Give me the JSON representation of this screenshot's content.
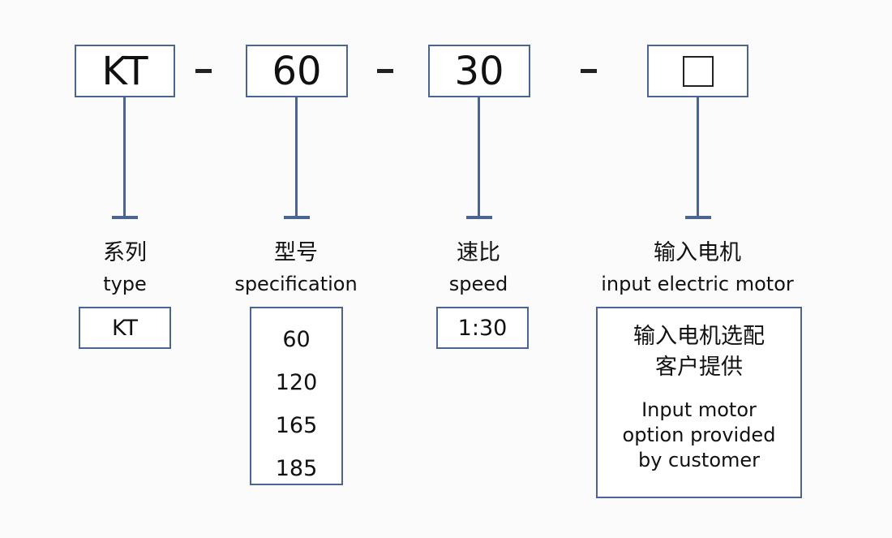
{
  "code_segments": [
    {
      "id": "series",
      "text": "KT"
    },
    {
      "id": "model",
      "text": "60"
    },
    {
      "id": "ratio",
      "text": "30"
    },
    {
      "id": "motor",
      "placeholder_icon": "empty-square-icon"
    }
  ],
  "separators": [
    "-",
    "-",
    "-"
  ],
  "columns": {
    "series": {
      "label_cn": "系列",
      "label_en": "type",
      "values": [
        "KT"
      ]
    },
    "model": {
      "label_cn": "型号",
      "label_en": "specification",
      "values": [
        "60",
        "120",
        "165",
        "185"
      ]
    },
    "ratio": {
      "label_cn": "速比",
      "label_en": "speed",
      "values": [
        "1:30"
      ]
    },
    "motor": {
      "label_cn": "输入电机",
      "label_en": "input electric motor",
      "note_cn": [
        "输入电机选配",
        "客户提供"
      ],
      "note_en": [
        "Input motor",
        "option provided",
        "by customer"
      ]
    }
  },
  "colors": {
    "box_border": "#4a6590",
    "text": "#111111",
    "background": "#fbfbfb"
  }
}
